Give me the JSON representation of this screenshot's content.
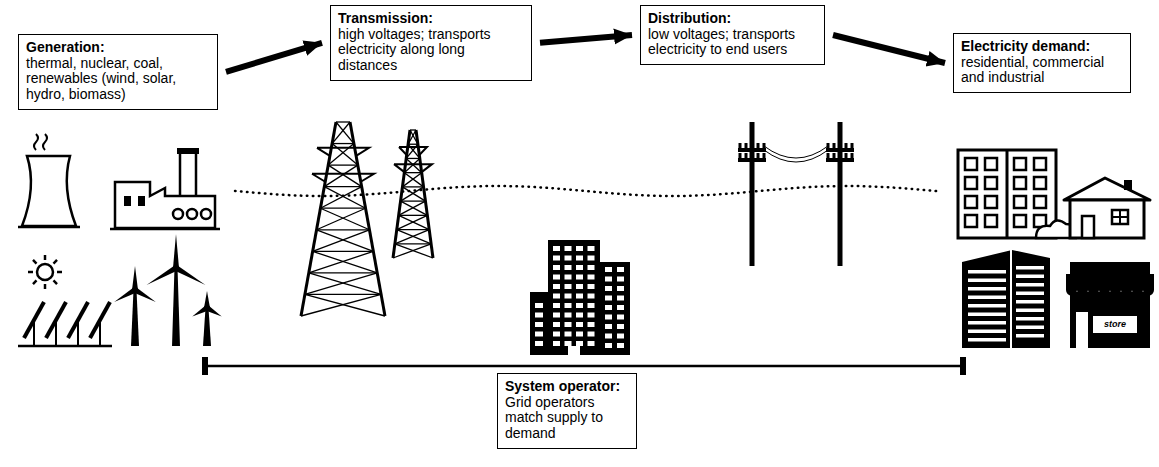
{
  "diagram": {
    "nodes": [
      {
        "text": [
          "Generation:",
          "thermal, nuclear, coal, renewables (wind, solar, hydro, biomass)"
        ]
      },
      {
        "text": [
          "Transmission:",
          "high voltages; transports electricity along long distances"
        ]
      },
      {
        "text": [
          "Distribution:",
          "low voltages; transports electricity to end users"
        ]
      },
      {
        "text": [
          "Electricity demand:",
          "residential, commercial and industrial"
        ]
      },
      {
        "text": [
          "System operator:",
          "Grid operators match supply to demand"
        ]
      }
    ],
    "edges": [
      {
        "from": 0,
        "to": 1,
        "arrow": "to"
      },
      {
        "from": 1,
        "to": 2,
        "arrow": "to"
      },
      {
        "from": 2,
        "to": 3,
        "arrow": "to"
      }
    ],
    "labels": [
      "store"
    ]
  }
}
